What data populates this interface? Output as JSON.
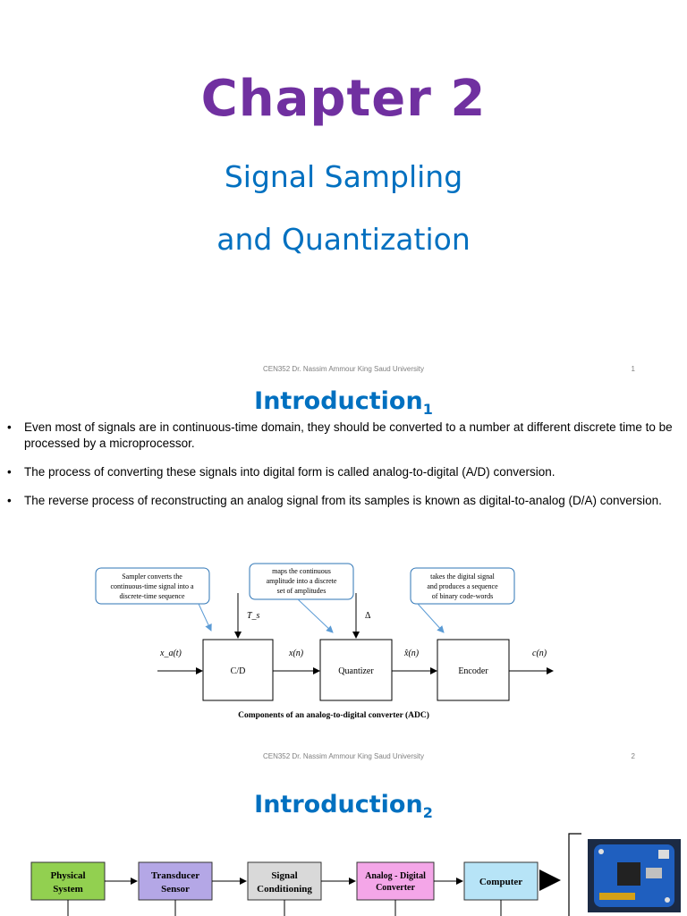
{
  "slide1": {
    "chapter_title": "Chapter 2",
    "subtitle_line1": "Signal Sampling",
    "subtitle_line2": "and Quantization",
    "footer": "CEN352 Dr. Nassim Ammour King Saud University",
    "page_number": "1"
  },
  "slide2": {
    "title": "Introduction",
    "title_sub": "1",
    "bullets": [
      "Even most of signals are in continuous-time domain, they should be converted to a number at different discrete time to be processed by a microprocessor.",
      "The process of converting these signals into digital form is called analog-to-digital (A/D) conversion.",
      "The reverse process of reconstructing an analog signal from its samples is known as digital-to-analog (D/A) conversion."
    ],
    "bullet_symbol": "•",
    "diagram": {
      "callout_sampler": [
        "Sampler converts the",
        "continuous-time signal into a",
        "discrete-time sequence"
      ],
      "callout_quantizer": [
        "maps the continuous",
        "amplitude into a discrete",
        "set of amplitudes"
      ],
      "callout_encoder": [
        "takes the digital signal",
        "and produces a sequence",
        "of binary code-words"
      ],
      "input_label": "x_a(t)",
      "ts_label": "T_s",
      "delta_label": "Δ",
      "block_cd": "C/D",
      "xn_label": "x(n)",
      "block_quantizer": "Quantizer",
      "xhat_label": "x̂(n)",
      "block_encoder": "Encoder",
      "output_label": "c(n)",
      "caption": "Components of an analog-to-digital converter (ADC)"
    },
    "footer": "CEN352 Dr. Nassim Ammour King Saud University",
    "page_number": "2"
  },
  "slide3": {
    "title": "Introduction",
    "title_sub": "2",
    "blocks": [
      {
        "line1": "Physical",
        "line2": "System",
        "color": "#92d050"
      },
      {
        "line1": "Transducer",
        "line2": "Sensor",
        "color": "#b4a7e6"
      },
      {
        "line1": "Signal",
        "line2": "Conditioning",
        "color": "#d9d9d9"
      },
      {
        "line1": "Analog - Digital",
        "line2": "Converter",
        "color": "#f4a6e8"
      },
      {
        "line1": "Computer",
        "line2": "",
        "color": "#b7e4f7"
      }
    ]
  },
  "colors": {
    "chapter_title": "#7030a0",
    "subtitle": "#0070c0",
    "callout_border": "#2e75b6",
    "callout_arrow": "#5b9bd5"
  }
}
